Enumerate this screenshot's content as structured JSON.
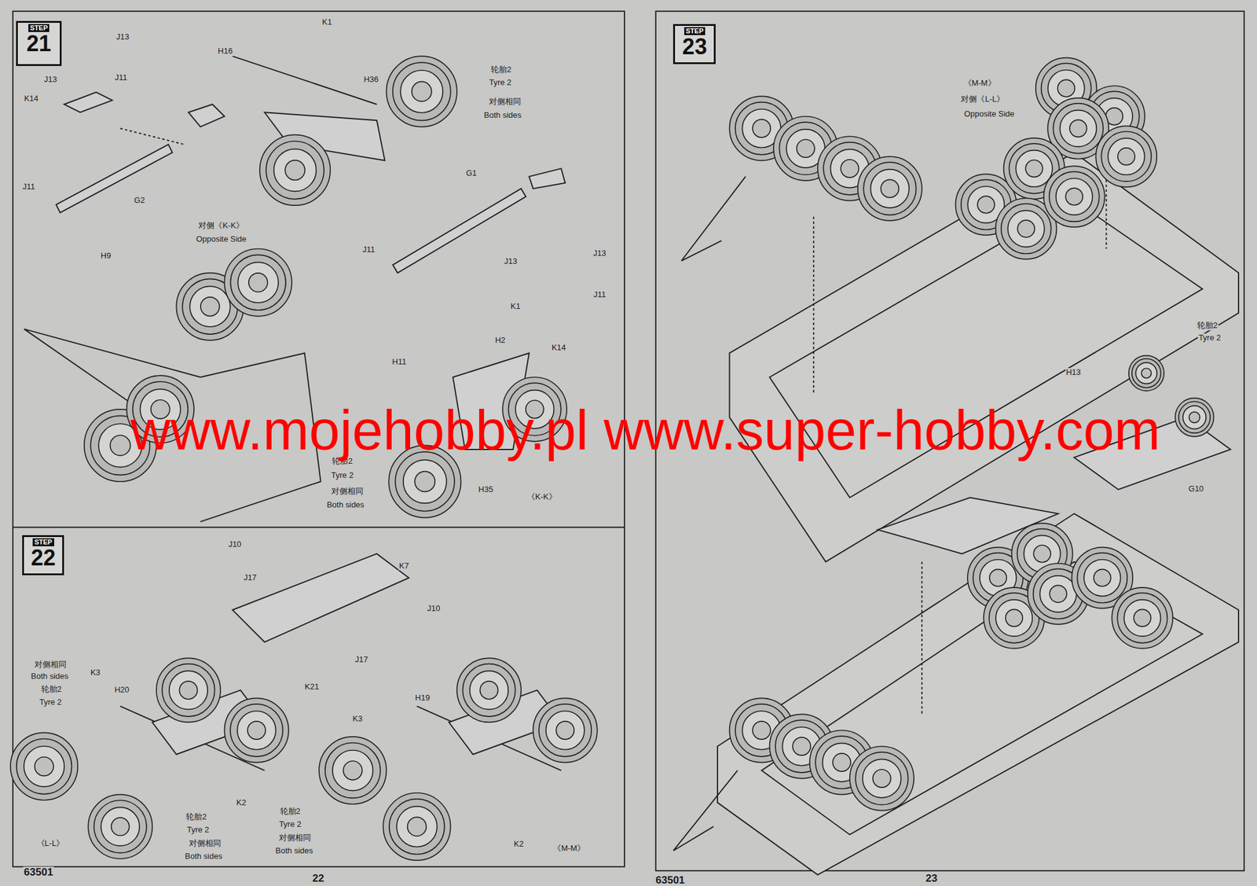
{
  "diagram": {
    "nodes": [
      {
        "text": [
          "STEP",
          "21"
        ]
      },
      {
        "text": [
          "STEP",
          "22"
        ]
      },
      {
        "text": [
          "STEP",
          "23"
        ]
      }
    ],
    "labels": [
      "J13",
      "J13",
      "J11",
      "K14",
      "H16",
      "K1",
      "H36",
      "轮胎2",
      "Tyre 2",
      "对侧相同",
      "Both sides",
      "J11",
      "G2",
      "H9",
      "G1",
      "对侧《K-K》",
      "Opposite Side",
      "J11",
      "J13",
      "J13",
      "K1",
      "J11",
      "K14",
      "H11",
      "H2",
      "轮胎2",
      "Tyre 2",
      "对侧相同",
      "Both sides",
      "H35",
      "《K-K》",
      "J10",
      "J17",
      "K7",
      "J10",
      "J17",
      "K21",
      "对侧相同",
      "Both sides",
      "轮胎2",
      "Tyre 2",
      "K3",
      "H20",
      "H19",
      "K3",
      "K2",
      "轮胎2",
      "Tyre 2",
      "对侧相同",
      "Both sides",
      "轮胎2",
      "Tyre 2",
      "对侧相同",
      "Both sides",
      "K2",
      "《L-L》",
      "《M-M》",
      "《M-M》",
      "对侧《L-L》",
      "Opposite Side",
      "H13",
      "轮胎2",
      "Tyre 2",
      "G10",
      "www.mojehobby.pl www.super-hobby.com",
      "63501",
      "22",
      "63501",
      "23"
    ]
  }
}
